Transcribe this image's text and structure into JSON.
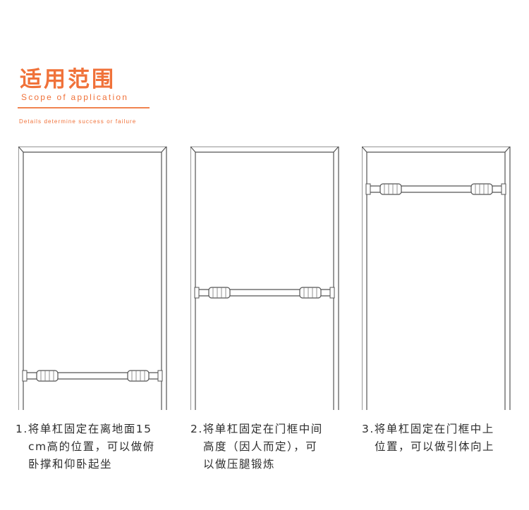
{
  "header": {
    "title": "适用范围",
    "subtitle": "Scope of application",
    "tagline": "Details determine success or failure"
  },
  "colors": {
    "accent": "#f0723a",
    "line": "#555555"
  },
  "panels": [
    {
      "caption_lines": [
        "1.将单杠固定在离地面15",
        "cm高的位置，可以做俯",
        "卧撑和仰卧起坐"
      ]
    },
    {
      "caption_lines": [
        "2.将单杠固定在门框中间",
        "高度（因人而定），可",
        "以做压腿锻炼"
      ]
    },
    {
      "caption_lines": [
        "3.将单杠固定在门框中上",
        "位置，可以做引体向上"
      ]
    }
  ]
}
